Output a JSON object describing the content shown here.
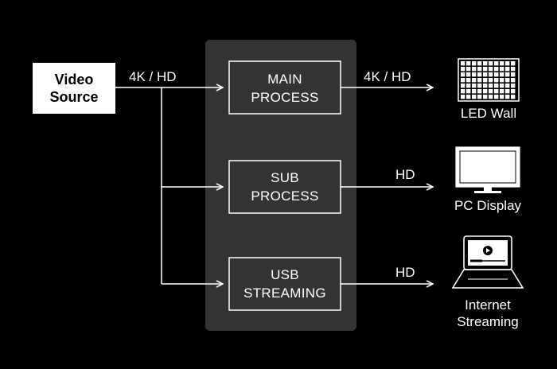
{
  "source": {
    "line1": "Video",
    "line2": "Source"
  },
  "processes": [
    {
      "line1": "MAIN",
      "line2": "PROCESS"
    },
    {
      "line1": "SUB",
      "line2": "PROCESS"
    },
    {
      "line1": "USB",
      "line2": "STREAMING"
    }
  ],
  "edge_labels": {
    "input": "4K / HD",
    "main_out": "4K / HD",
    "sub_out": "HD",
    "usb_out": "HD"
  },
  "outputs": [
    {
      "line1": "LED Wall",
      "icon": "led-wall-icon"
    },
    {
      "line1": "PC Display",
      "icon": "monitor-icon"
    },
    {
      "line1": "Internet",
      "line2": "Streaming",
      "icon": "laptop-icon"
    }
  ],
  "colors": {
    "background": "#000000",
    "panel": "#333333",
    "stroke": "#ffffff",
    "source_box": "#ffffff"
  }
}
